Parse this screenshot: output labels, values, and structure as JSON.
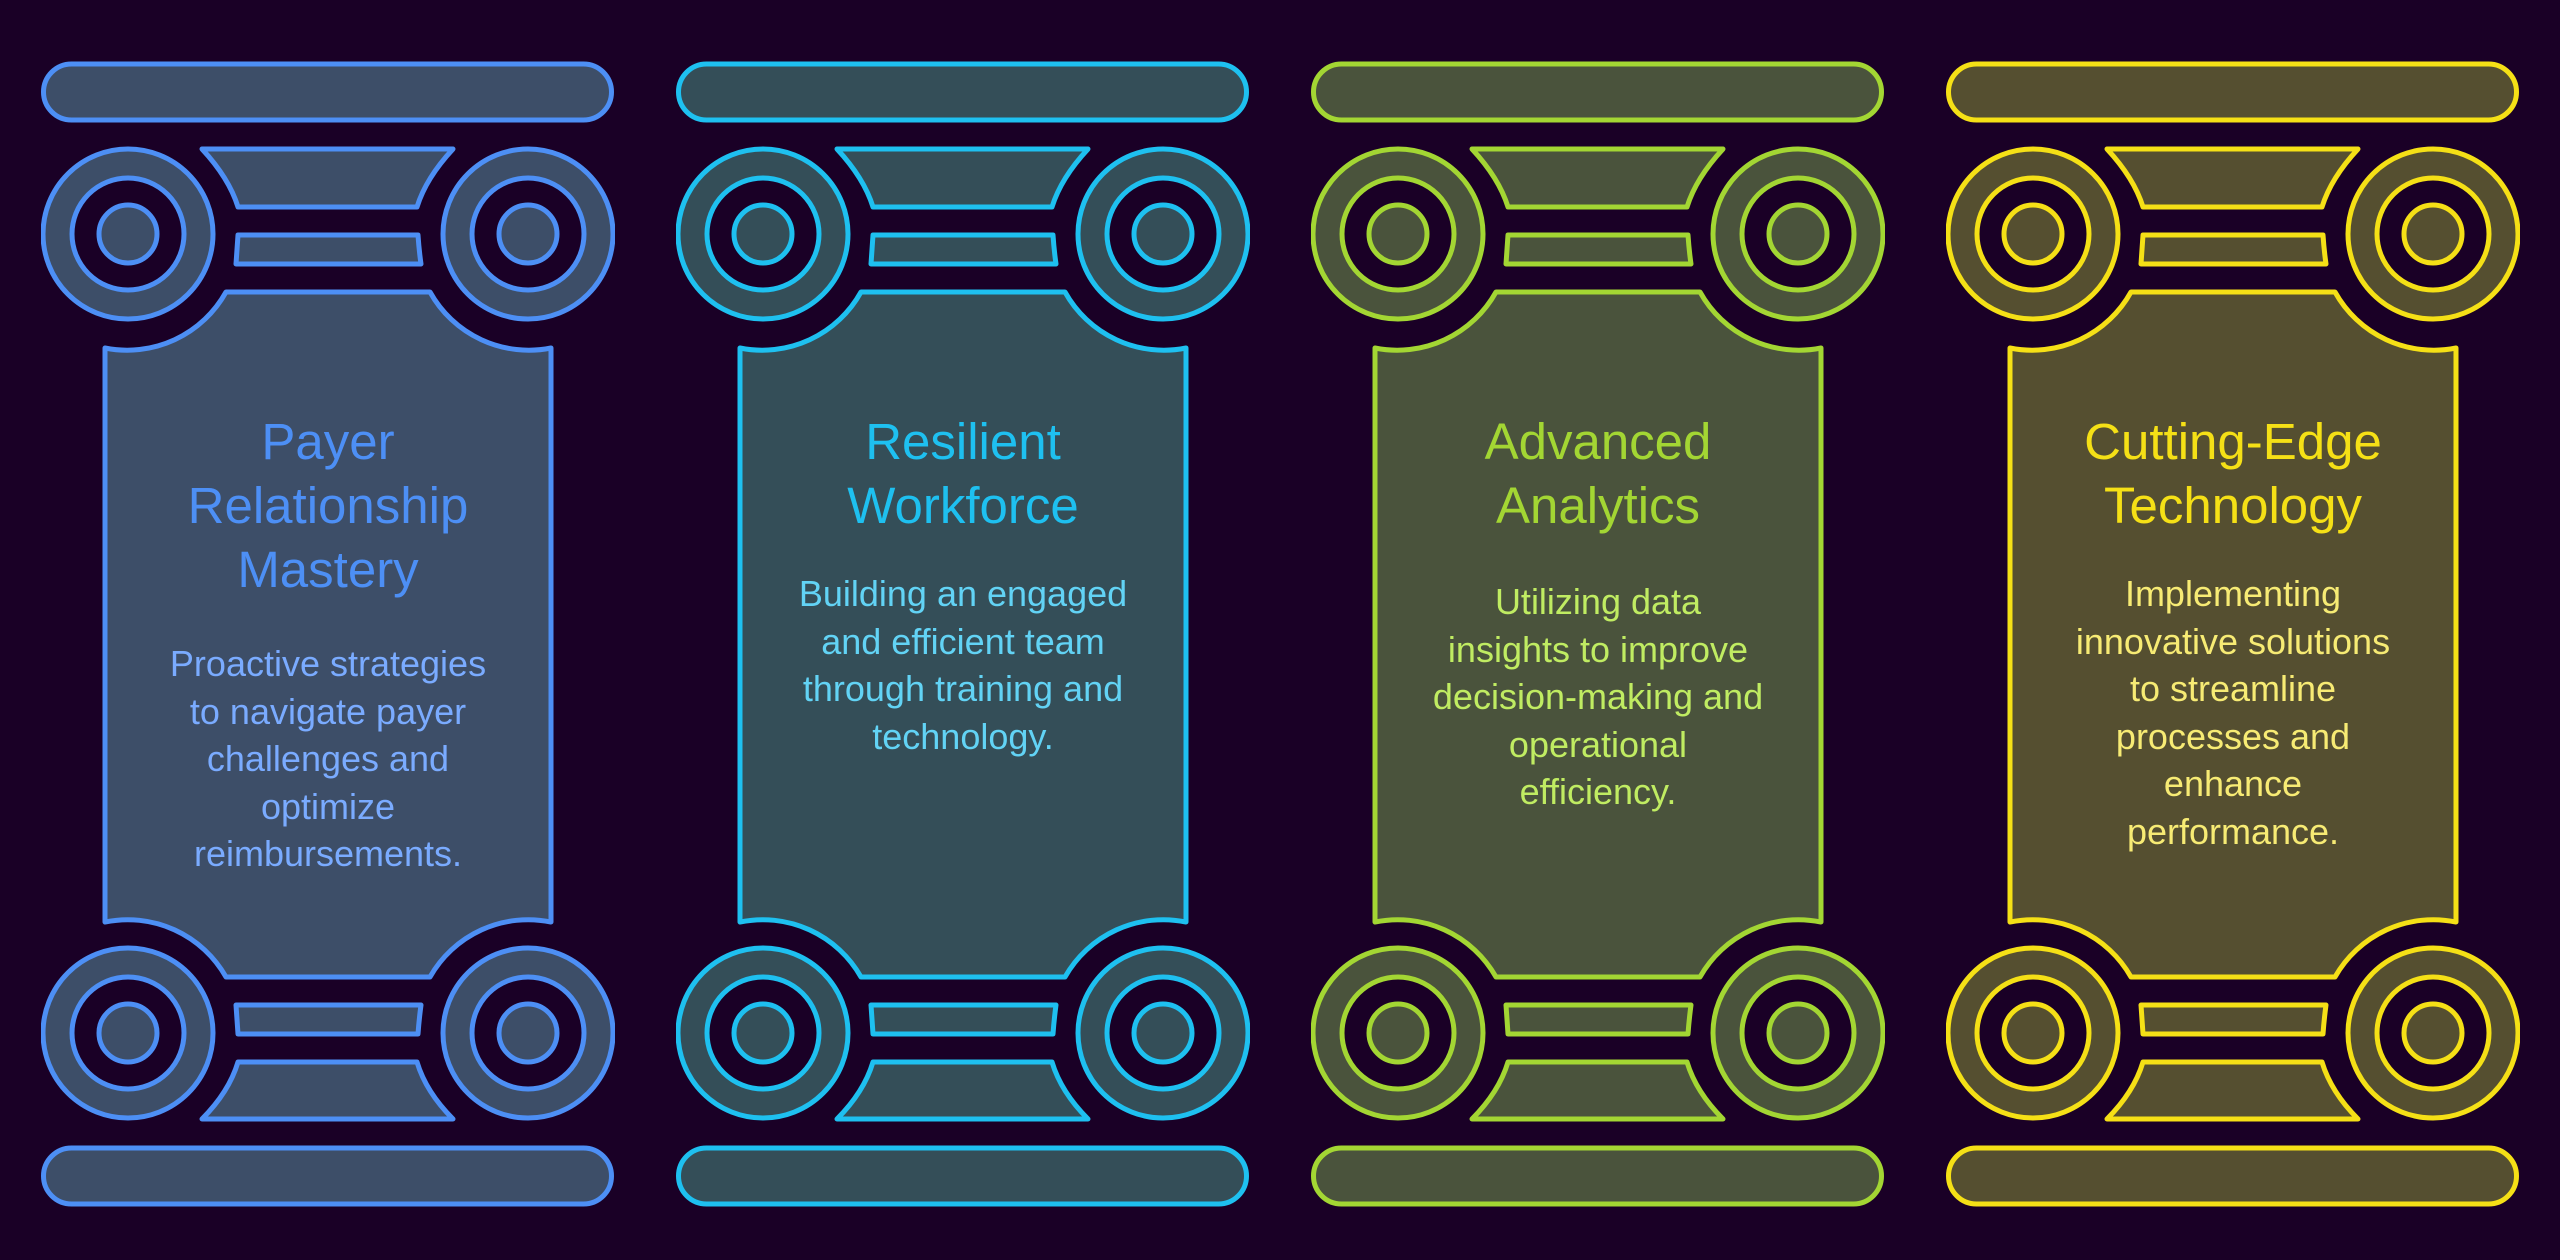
{
  "background": "#1a0026",
  "pillars": [
    {
      "title": "Payer\nRelationship\nMastery",
      "description": "Proactive strategies\nto navigate payer\nchallenges and\noptimize\nreimbursements.",
      "stroke_color": "#4d8ff5",
      "fill_color": "#3d4e68",
      "title_color": "#4d8ff5",
      "description_color": "#7aabff",
      "desc_gap": 38
    },
    {
      "title": "Resilient\nWorkforce",
      "description": "Building an engaged\nand efficient team\nthrough training and\ntechnology.",
      "stroke_color": "#1ec0f0",
      "fill_color": "#344e58",
      "title_color": "#1ec0f0",
      "description_color": "#62d3f5",
      "desc_gap": 32
    },
    {
      "title": "Advanced\nAnalytics",
      "description": "Utilizing data\ninsights to improve\ndecision-making and\noperational\nefficiency.",
      "stroke_color": "#a3d633",
      "fill_color": "#4a533c",
      "title_color": "#a3d633",
      "description_color": "#c0ec62",
      "desc_gap": 40
    },
    {
      "title": "Cutting-Edge\nTechnology",
      "description": "Implementing\ninnovative solutions\nto streamline\nprocesses and\nenhance\nperformance.",
      "stroke_color": "#f5e016",
      "fill_color": "#554f30",
      "title_color": "#f5e016",
      "description_color": "#f7eb74",
      "desc_gap": 32
    }
  ]
}
